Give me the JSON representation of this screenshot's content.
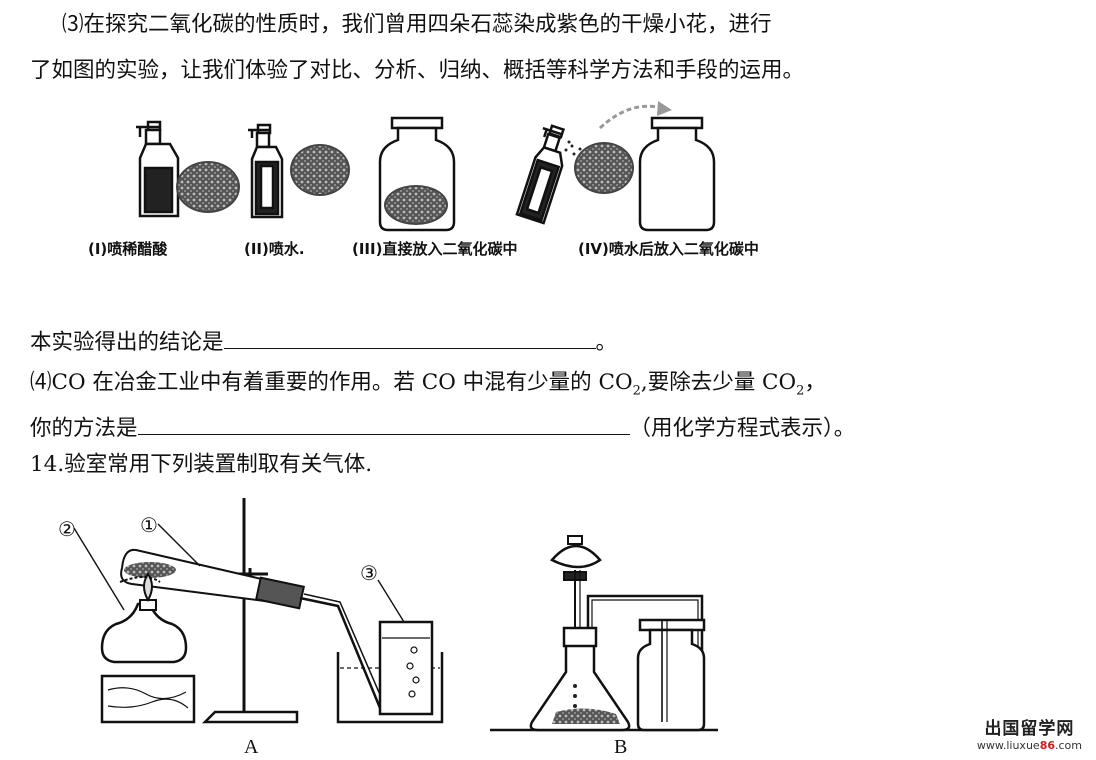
{
  "q3": {
    "line1": "⑶在探究二氧化碳的性质时，我们曾用四朵石蕊染成紫色的干燥小花，进行",
    "line2": "了如图的实验，让我们体验了对比、分析、归纳、概括等科学方法和手段的运用。",
    "captions": [
      "(I)喷稀醋酸",
      "(II)喷水.",
      "(III)直接放入二氧化碳中",
      "(IV)喷水后放入二氧化碳中"
    ],
    "conclusion_prefix": "本实验得出的结论是",
    "conclusion_suffix": "。"
  },
  "q4": {
    "line1_a": "⑷CO 在冶金工业中有着重要的作用。若 CO 中混有少量的 CO",
    "sub1": "2",
    "line1_b": ",要除去少量 CO",
    "sub2": "2",
    "line1_c": "，",
    "line2_prefix": "你的方法是",
    "line2_suffix": "（用化学方程式表示）。"
  },
  "q14": {
    "title": "14.验室常用下列装置制取有关气体."
  },
  "apparatus": {
    "label_1": "①",
    "label_2": "②",
    "label_3": "③",
    "label_a": "A",
    "label_b": "B"
  },
  "watermark": {
    "title": "出国留学网",
    "url_prefix": "www.liuxue",
    "url_red": "86",
    "url_suffix": ".com"
  }
}
